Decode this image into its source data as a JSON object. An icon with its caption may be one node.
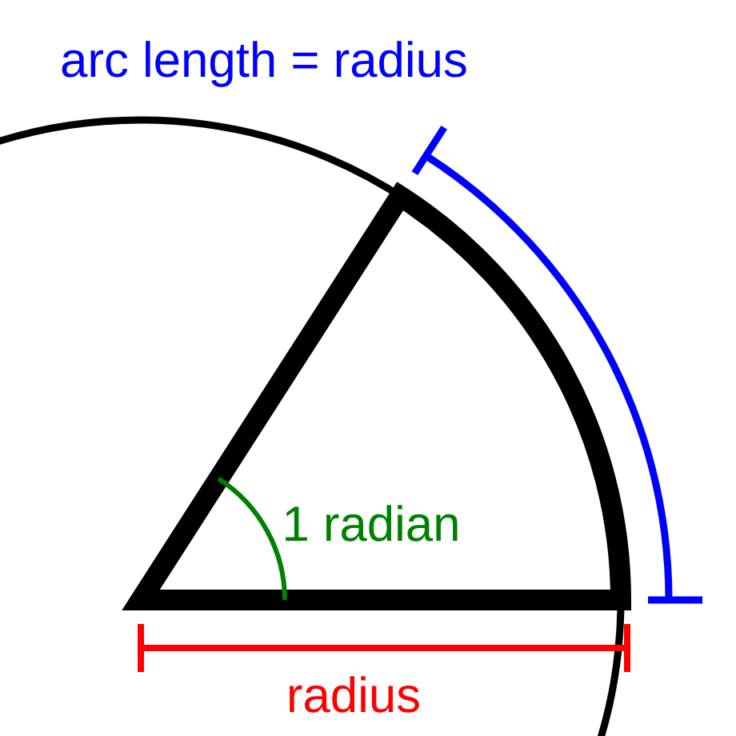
{
  "diagram": {
    "labels": [
      "arc length = radius",
      "1 radian",
      "radius"
    ]
  }
}
